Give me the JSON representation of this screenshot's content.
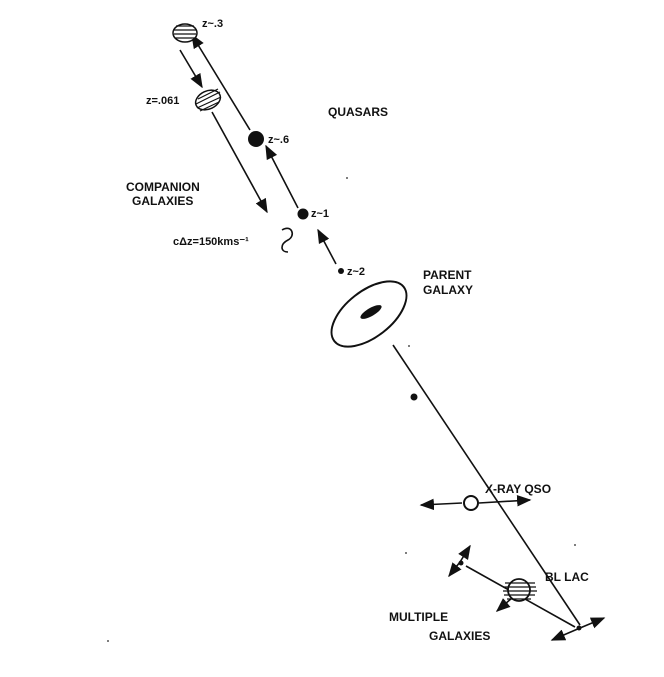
{
  "labels": {
    "quasars": "QUASARS",
    "companion_line1": "COMPANION",
    "companion_line2": "GALAXIES",
    "parent_line1": "PARENT",
    "parent_line2": "GALAXY",
    "xray_qso": "X-RAY QSO",
    "bl_lac": "BL LAC",
    "multiple_line1": "MULTIPLE",
    "multiple_line2": "GALAXIES",
    "velocity": "cΔz=150kms⁻¹"
  },
  "redshifts": {
    "z03": "z~.3",
    "z061": "z=.061",
    "z06": "z~.6",
    "z1": "z~1",
    "z2": "z~2"
  },
  "colors": {
    "ink": "#111111",
    "background": "#ffffff"
  }
}
